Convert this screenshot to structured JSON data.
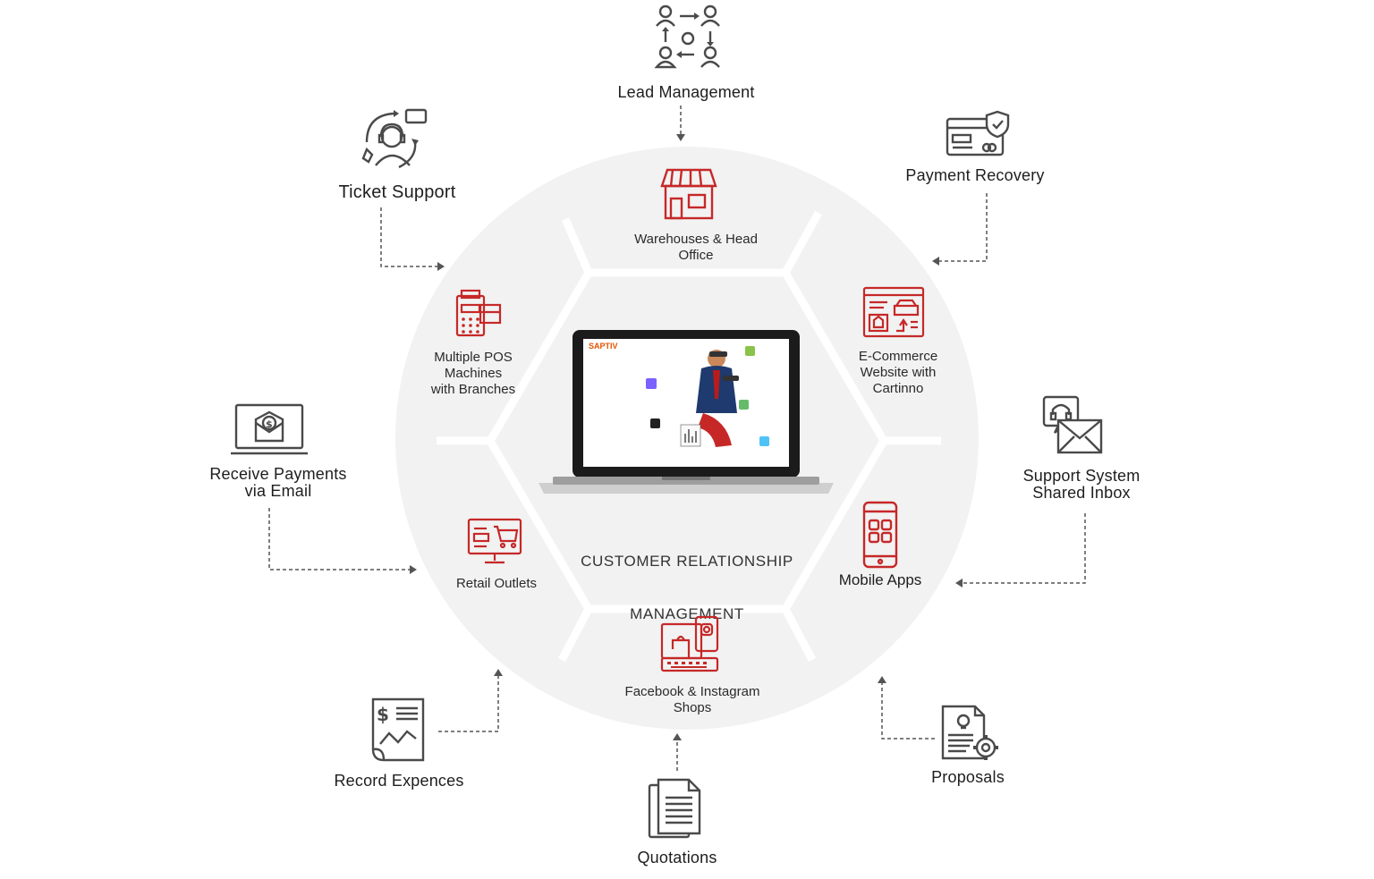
{
  "center": {
    "title_line1": "CUSTOMER RELATIONSHIP",
    "title_line2": "MANAGEMENT",
    "screen_logo": "SAPTIV"
  },
  "inner_segments": [
    {
      "label": "Warehouses & Head\nOffice",
      "icon": "store-icon"
    },
    {
      "label": "E-Commerce\nWebsite with\nCartinno",
      "icon": "ecommerce-browser-icon"
    },
    {
      "label": "Mobile Apps",
      "icon": "mobile-phone-icon"
    },
    {
      "label": "Facebook & Instagram\nShops",
      "icon": "social-shop-icon"
    },
    {
      "label": "Retail Outlets",
      "icon": "cart-monitor-icon"
    },
    {
      "label": "Multiple POS\nMachines\nwith Branches",
      "icon": "pos-machine-icon"
    }
  ],
  "outer_features": [
    {
      "label": "Lead Management",
      "icon": "lead-flow-icon"
    },
    {
      "label": "Payment Recovery",
      "icon": "secure-card-icon"
    },
    {
      "label": "Support System\nShared Inbox",
      "icon": "support-mail-icon"
    },
    {
      "label": "Proposals",
      "icon": "proposal-gear-icon"
    },
    {
      "label": "Quotations",
      "icon": "documents-icon"
    },
    {
      "label": "Record Expences",
      "icon": "expense-doc-icon"
    },
    {
      "label": "Receive Payments\nvia Email",
      "icon": "laptop-payment-icon"
    },
    {
      "label": "Ticket Support",
      "icon": "headset-agent-icon"
    }
  ],
  "colors": {
    "accent_red": "#c62828",
    "icon_gray": "#4a4a4a",
    "circle_fill": "#f2f2f2",
    "connector": "#555555"
  }
}
